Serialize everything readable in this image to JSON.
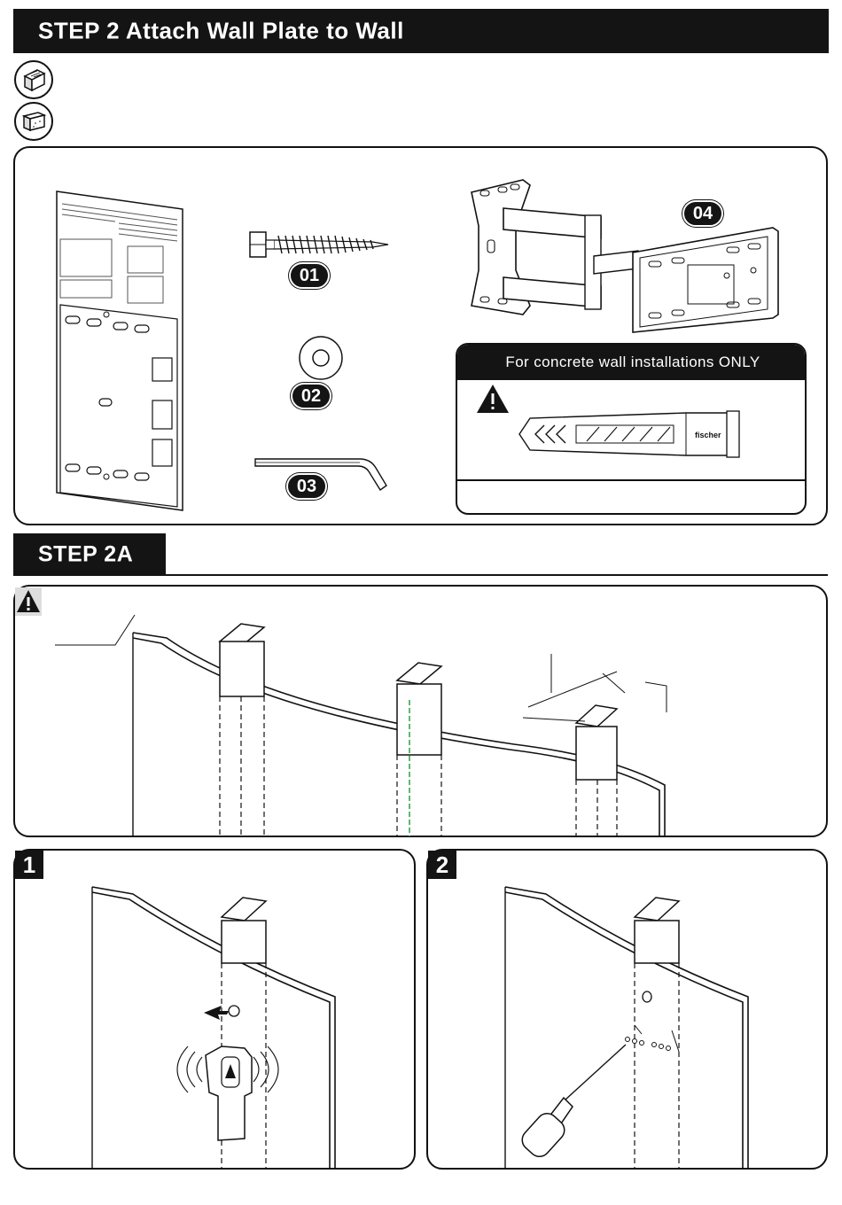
{
  "header": {
    "title": "STEP 2 Attach Wall Plate to Wall"
  },
  "icons": {
    "wood_wall": "wood-stud-wall-icon",
    "concrete_wall": "concrete-wall-icon"
  },
  "parts": {
    "p01": "01",
    "p02": "02",
    "p03": "03",
    "p04": "04"
  },
  "concrete": {
    "title": "For concrete wall installations ONLY",
    "anchor_brand": "fischer"
  },
  "step2a": {
    "title": "STEP 2A"
  },
  "sub_steps": {
    "s1": "1",
    "s2": "2"
  }
}
